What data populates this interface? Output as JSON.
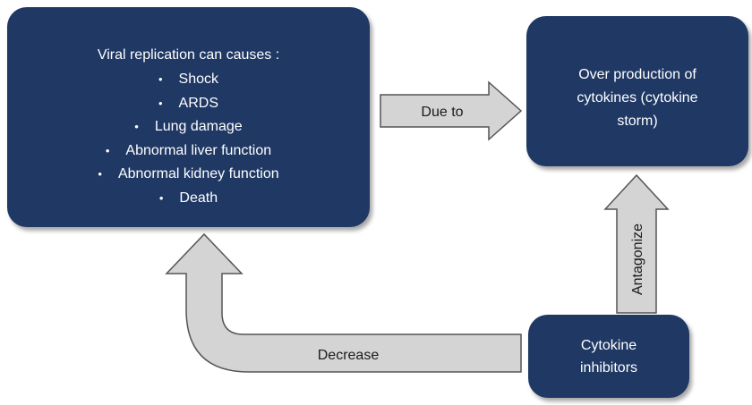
{
  "replication": {
    "title": "Viral replication can causes :",
    "effects": [
      "Shock",
      "ARDS",
      "Lung damage",
      "Abnormal liver function",
      "Abnormal kidney function",
      "Death"
    ]
  },
  "cytokines": {
    "line1": "Over production of",
    "line2": "cytokines (cytokine",
    "line3": "storm)"
  },
  "inhibitors": {
    "line1": "Cytokine",
    "line2": "inhibitors"
  },
  "arrows": {
    "due_to": "Due to",
    "antagonize": "Antagonize",
    "decrease": "Decrease"
  },
  "colors": {
    "box_fill": "#1f3864",
    "arrow_fill": "#d4d4d4",
    "arrow_stroke": "#555555"
  }
}
